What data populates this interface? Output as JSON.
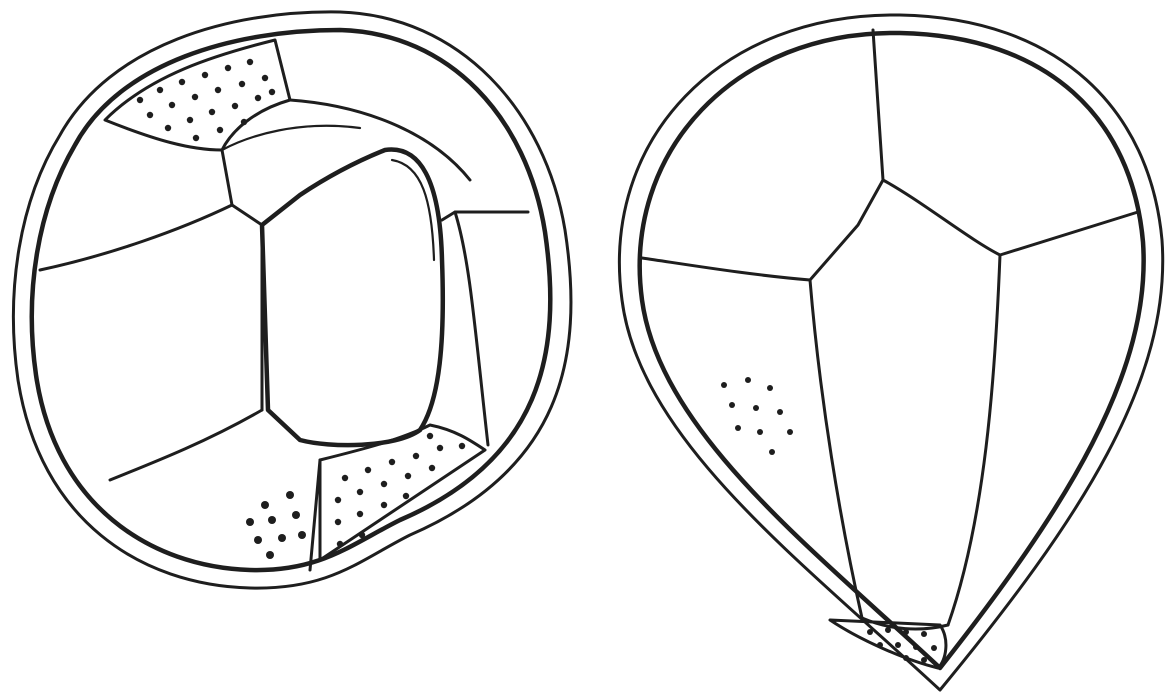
{
  "figure": {
    "panels": [
      {
        "id": "left",
        "shape": "rounded-circular cell",
        "stippled_plates": 3
      },
      {
        "id": "right",
        "shape": "drop-shaped cell",
        "stippled_plates": 2
      }
    ],
    "colors": {
      "ink": "#1e1e1e",
      "background": "#ffffff"
    }
  }
}
